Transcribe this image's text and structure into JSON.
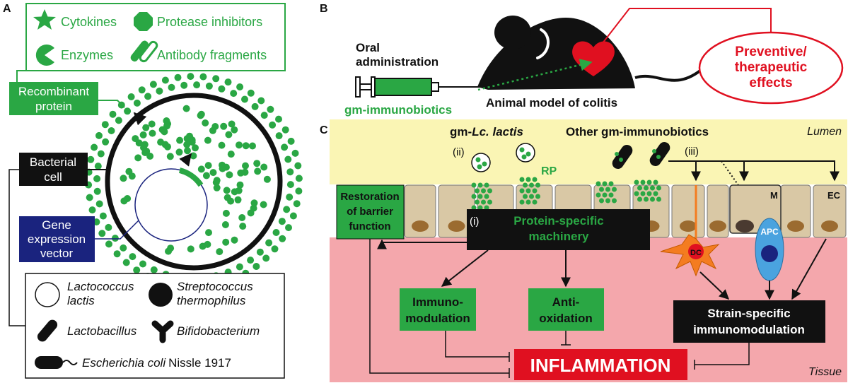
{
  "colors": {
    "green": "#2aa744",
    "black": "#111111",
    "navy": "#1a237e",
    "red": "#e01020",
    "lumen": "#faf5b4",
    "tissue": "#f4a7ac",
    "cell": "#d9c8a5",
    "nucleus": "#9b6b30",
    "dc": "#f47c20",
    "apc": "#4aa3df"
  },
  "panel_a": {
    "label": "A",
    "products": [
      "Cytokines",
      "Protease inhibitors",
      "Enzymes",
      "Antibody fragments"
    ],
    "recombinant_protein": [
      "Recombinant",
      "protein"
    ],
    "bacterial_cell": [
      "Bacterial",
      "cell"
    ],
    "gene_vector": [
      "Gene",
      "expression",
      "vector"
    ],
    "legend": {
      "lactococcus": [
        "Lactococcus",
        "lactis"
      ],
      "streptococcus": [
        "Streptococcus",
        "thermophilus"
      ],
      "lactobacillus": "Lactobacillus",
      "bifidobacterium": "Bifidobacterium",
      "ecoli_italic": "Escherichia coli",
      "ecoli_plain": "Nissle 1917"
    }
  },
  "panel_b": {
    "label": "B",
    "oral": [
      "Oral",
      "administration"
    ],
    "gm": "gm-immunobiotics",
    "model": "Animal model of colitis",
    "effects": [
      "Preventive/",
      "therapeutic",
      "effects"
    ]
  },
  "panel_c": {
    "label": "C",
    "lumen": "Lumen",
    "tissue": "Tissue",
    "gm_lc_prefix": "gm-",
    "gm_lc_italic": "Lc. lactis",
    "other_gm": "Other gm-immunobiotics",
    "ii": "(ii)",
    "iii": "(iii)",
    "rp": "RP",
    "m": "M",
    "ec": "EC",
    "i": "(i)",
    "restoration": [
      "Restoration",
      "of barrier",
      "function"
    ],
    "protein_specific": [
      "Protein-specific",
      "machinery"
    ],
    "dc": "DC",
    "apc": "APC",
    "immuno": [
      "Immuno-",
      "modulation"
    ],
    "anti": [
      "Anti-",
      "oxidation"
    ],
    "strain": [
      "Strain-specific",
      "immunomodulation"
    ],
    "inflammation": "INFLAMMATION"
  }
}
